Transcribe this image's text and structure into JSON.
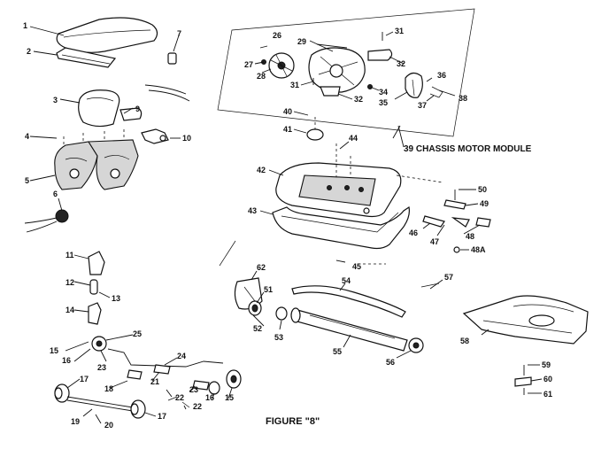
{
  "figure_title": "FIGURE \"8\"",
  "module_caption": "39 CHASSIS MOTOR MODULE",
  "part_labels": {
    "p1": "1",
    "p2": "2",
    "p3": "3",
    "p4": "4",
    "p5": "5",
    "p6": "6",
    "p7": "7",
    "p9": "9",
    "p10": "10",
    "p11": "11",
    "p12": "12",
    "p13": "13",
    "p14": "14",
    "p15a": "15",
    "p15b": "15",
    "p16a": "16",
    "p16b": "16",
    "p17a": "17",
    "p17b": "17",
    "p18": "18",
    "p19": "19",
    "p20": "20",
    "p21": "21",
    "p22a": "22",
    "p22b": "22",
    "p23a": "23",
    "p23b": "23",
    "p24": "24",
    "p25": "25",
    "p26": "26",
    "p27": "27",
    "p28": "28",
    "p29": "29",
    "p31a": "31",
    "p31b": "31",
    "p32a": "32",
    "p32b": "32",
    "p34": "34",
    "p35": "35",
    "p36": "36",
    "p37": "37",
    "p38": "38",
    "p40": "40",
    "p41": "41",
    "p42": "42",
    "p43": "43",
    "p44": "44",
    "p45": "45",
    "p46": "46",
    "p47": "47",
    "p48": "48",
    "p48a": "48A",
    "p49": "49",
    "p50": "50",
    "p51": "51",
    "p52": "52",
    "p53": "53",
    "p54": "54",
    "p55": "55",
    "p56": "56",
    "p57": "57",
    "p58": "58",
    "p59": "59",
    "p60": "60",
    "p61": "61",
    "p62": "62"
  }
}
